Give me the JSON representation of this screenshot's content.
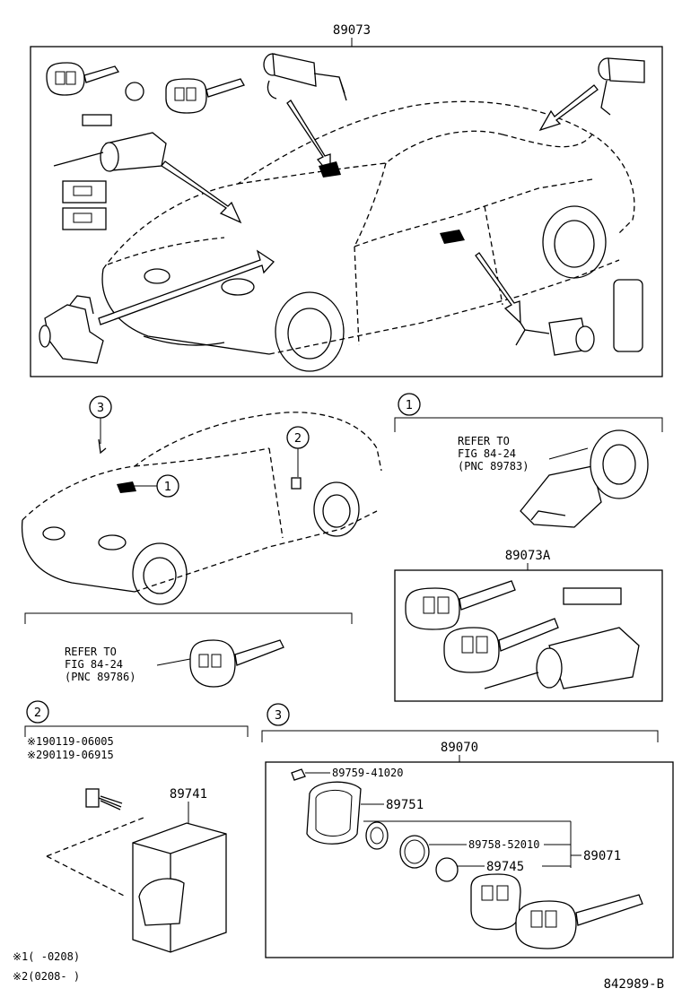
{
  "main_assembly": {
    "part_number": "89073"
  },
  "callouts": {
    "c1": "1",
    "c2": "2",
    "c3": "3"
  },
  "section1": {
    "refer_lines": [
      "REFER TO",
      "FIG 84-24",
      "(PNC 89783)"
    ],
    "kit_part_number": "89073A"
  },
  "key_refer": {
    "refer_lines": [
      "REFER TO",
      "FIG 84-24",
      "(PNC 89786)"
    ]
  },
  "section2": {
    "note_lines": [
      "※190119-06005",
      "※290119-06915"
    ],
    "part_number": "89741",
    "footnotes": [
      "※1(      -0208)",
      "※2(0208-      )"
    ]
  },
  "section3": {
    "assembly_number": "89070",
    "parts": [
      "89759-41020",
      "89751",
      "89758-52010",
      "89745"
    ],
    "group_number": "89071"
  },
  "figure_id": "842989-B"
}
